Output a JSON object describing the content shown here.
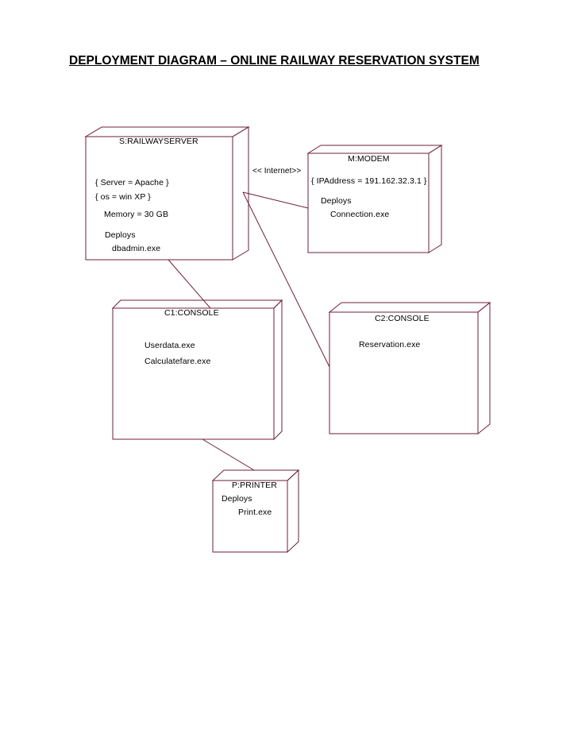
{
  "title": "DEPLOYMENT DIAGRAM – ONLINE RAILWAY RESERVATION  SYSTEM",
  "colors": {
    "line": "#6b1f3e",
    "text": "#000000"
  },
  "nodes": {
    "server": {
      "name": "S:RAILWAYSERVER",
      "server": "{ Server = Apache }",
      "os": "{ os  = win XP }",
      "memory": "Memory = 30 GB",
      "deploys": "Deploys",
      "artifact": "dbadmin.exe"
    },
    "modem": {
      "name": "M:MODEM",
      "ip": "{ IPAddress = 191.162.32.3.1 }",
      "deploys": "Deploys",
      "artifact": "Connection.exe"
    },
    "c1": {
      "name": "C1:CONSOLE",
      "artifact1": "Userdata.exe",
      "artifact2": "Calculatefare.exe"
    },
    "c2": {
      "name": "C2:CONSOLE",
      "artifact": "Reservation.exe"
    },
    "printer": {
      "name": "P:PRINTER",
      "deploys": "Deploys",
      "artifact": "Print.exe"
    }
  },
  "connections": {
    "internet_label": "<< Internet>>"
  }
}
